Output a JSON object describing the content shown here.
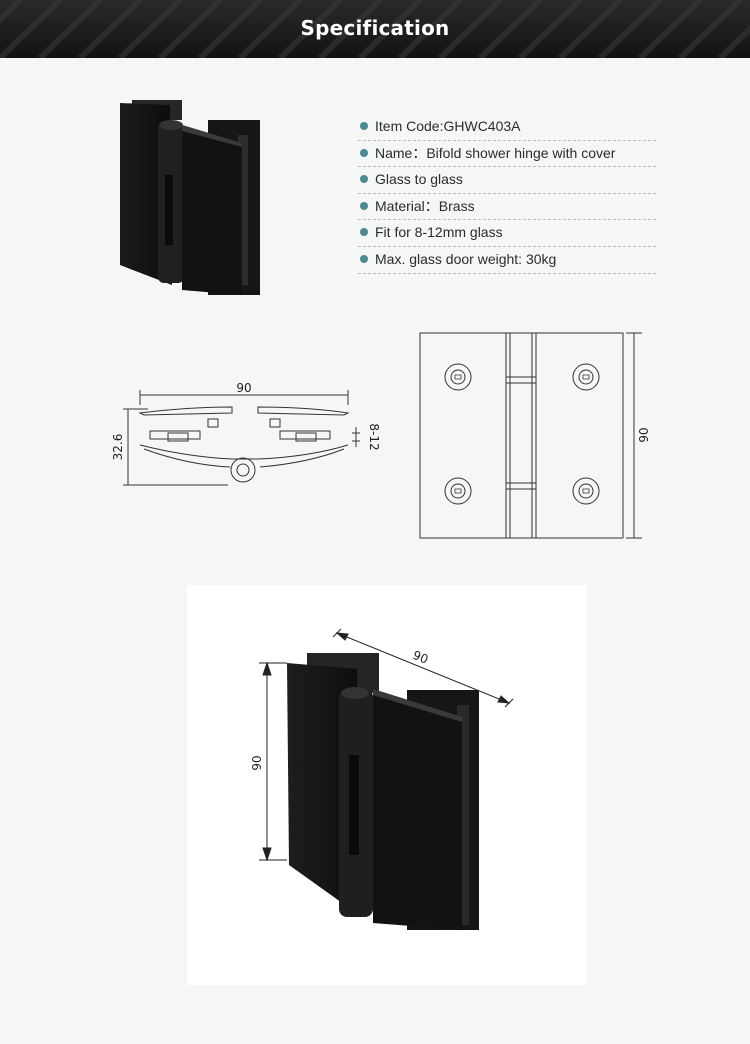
{
  "header": {
    "title": "Specification"
  },
  "specs": [
    "Item Code:GHWC403A",
    "Name：Bifold shower hinge with cover",
    "Glass to glass",
    "Material：Brass",
    "Fit for 8-12mm glass",
    "Max. glass door weight: 30kg"
  ],
  "side_drawing": {
    "width_label": "90",
    "height_label": "32.6",
    "glass_label": "8-12"
  },
  "front_drawing": {
    "height_label": "90"
  },
  "photo": {
    "width_label": "90",
    "height_label": "90"
  },
  "colors": {
    "accent": "#4c8a93",
    "hinge": "#151515",
    "header_bg": "#1a1a1a"
  }
}
